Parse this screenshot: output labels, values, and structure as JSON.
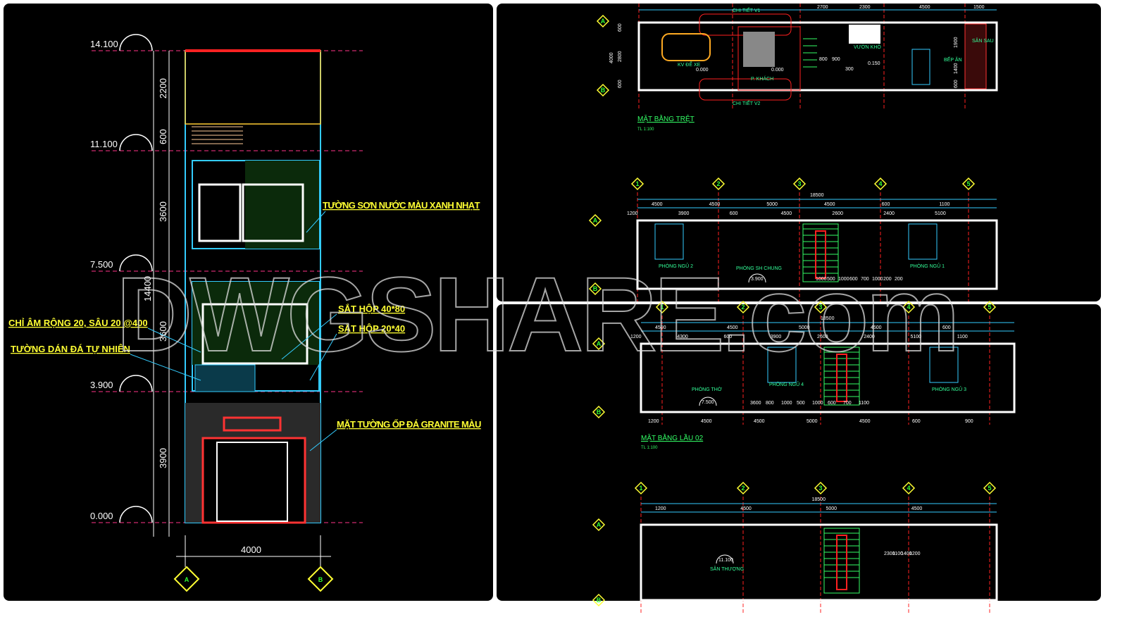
{
  "elevation": {
    "levels": [
      "14.100",
      "11.100",
      "7.500",
      "3.900",
      "0.000"
    ],
    "dims_vertical": [
      "2200",
      "600",
      "3600",
      "3600",
      "3900"
    ],
    "dim_total": "14400",
    "dim_width": "4000",
    "axes": [
      "A",
      "B"
    ],
    "notes": {
      "paint_wall": "TƯỜNG SƠN NƯỚC MÀU XANH NHẠT",
      "steel_40x80": "SẮT HỘP 40*80",
      "steel_20x40": "SẮT HỘP 20*40",
      "groove": "CHỈ ÂM RỘNG 20, SÂU 20 @400",
      "stone_wall": "TƯỜNG DÁN ĐÁ TỰ NHIÊN",
      "granite": "MẶT TƯỜNG ỐP ĐÁ GRANITE MÀU"
    }
  },
  "plan_ground": {
    "title": "MẶT BẰNG TRỆT",
    "scale": "TL 1:100",
    "rooms": [
      "KV ĐỂ XE",
      "P. KHÁCH",
      "VƯỜN KHÔ",
      "BẾP ĂN",
      "SÂN SAU"
    ],
    "details": [
      "CHI TIẾT V1",
      "CHI TIẾT V2"
    ],
    "dims_top": [
      "2700",
      "2300",
      "4500",
      "1500"
    ],
    "dims_side": [
      "600",
      "2800",
      "600",
      "4000"
    ],
    "dims_inner": [
      "800",
      "900",
      "300",
      "1900",
      "1400",
      "600"
    ],
    "levels": [
      "0.000",
      "0.000",
      "0.150"
    ],
    "axes": [
      "A",
      "B"
    ]
  },
  "plan_floor1": {
    "axes": [
      "1",
      "2",
      "3",
      "4",
      "5",
      "A",
      "B"
    ],
    "dim_total": "18500",
    "dims_row1": [
      "4500",
      "4500",
      "5000",
      "4500",
      "600",
      "1100"
    ],
    "dims_row2": [
      "1200",
      "3900",
      "600",
      "4500",
      "2600",
      "2400",
      "5100"
    ],
    "dims_bottom": [
      "1000",
      "500",
      "1000",
      "600",
      "700",
      "1000",
      "200",
      "200"
    ],
    "rooms": [
      "PHÒNG NGỦ 2",
      "PHÒNG SH CHUNG",
      "PHÒNG NGỦ 1"
    ],
    "level": "3.900"
  },
  "plan_floor2": {
    "title": "MẶT BẰNG LẦU 02",
    "scale": "TL 1:100",
    "axes": [
      "1",
      "2",
      "3",
      "4",
      "5",
      "A",
      "B"
    ],
    "dim_total": "18500",
    "dims_row1": [
      "4500",
      "4500",
      "5000",
      "4500",
      "600"
    ],
    "dims_row2": [
      "1200",
      "4300",
      "600",
      "3900",
      "2600",
      "2400",
      "5100",
      "1100"
    ],
    "dims_bottom": [
      "1200",
      "4500",
      "4500",
      "5000",
      "4500",
      "600",
      "900"
    ],
    "dims_inner": [
      "3600",
      "800",
      "1000",
      "500",
      "1000",
      "600",
      "700",
      "1100"
    ],
    "rooms": [
      "PHÒNG THỜ",
      "PHÒNG NGỦ 4",
      "PHÒNG NGỦ 3"
    ],
    "level": "7.500"
  },
  "plan_roof": {
    "axes": [
      "1",
      "2",
      "3",
      "4",
      "5",
      "A",
      "B"
    ],
    "dim_total": "18500",
    "dims_row1": [
      "1200",
      "4500",
      "5000",
      "4500"
    ],
    "room": "SÂN THƯỢNG",
    "level": "11.100",
    "dims_inner": [
      "2300",
      "1100",
      "1400",
      "1200"
    ]
  },
  "watermark": "DWGSHARE.com",
  "colors": {
    "background": "#000000",
    "wall": "#ffffff",
    "axis": "#ff2020",
    "cyan": "#33ccff",
    "yellow": "#ffff33",
    "green": "#33ff66"
  }
}
